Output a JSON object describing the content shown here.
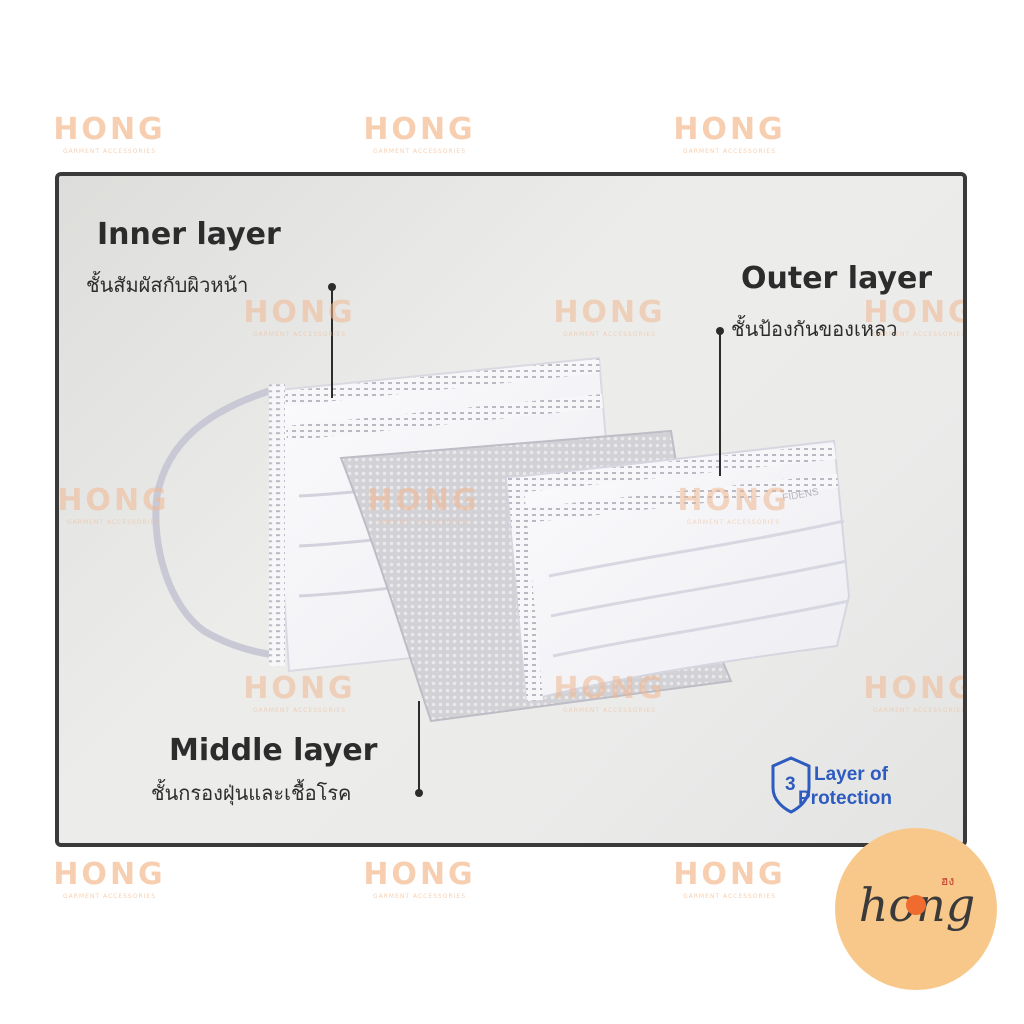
{
  "watermark": {
    "word": "HONG",
    "sub": "GARMENT ACCESSORIES"
  },
  "inner_layer": {
    "title": "Inner layer",
    "subtitle": "ชั้นสัมผัสกับผิวหน้า"
  },
  "outer_layer": {
    "title": "Outer layer",
    "subtitle": "ชั้นป้องกันของเหลว"
  },
  "middle_layer": {
    "title": "Middle layer",
    "subtitle": "ชั้นกรองฝุ่นและเชื้อโรค"
  },
  "badge": {
    "number": "3",
    "line1": "Layer of",
    "line2": "Protection"
  },
  "mask_brand": "FIDENS",
  "logo": {
    "word": "hong",
    "thai": "ฮง"
  },
  "colors": {
    "watermark": "#f6c7a3",
    "panel_border": "#3a3a3a",
    "badge_blue": "#2d5bbf",
    "logo_circle": "#f8c88a",
    "logo_dot": "#ef6b2e"
  }
}
